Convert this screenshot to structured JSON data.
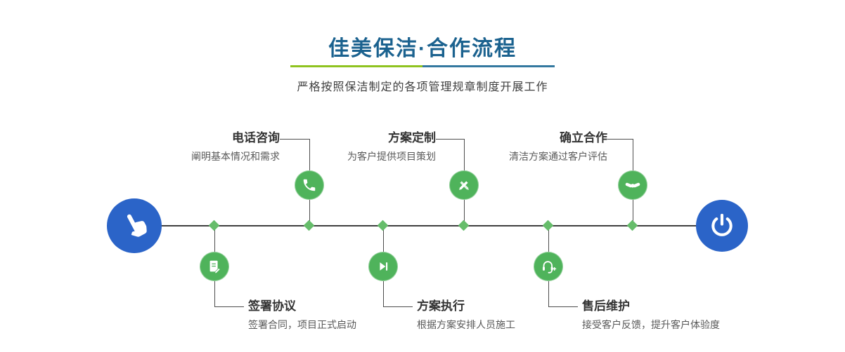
{
  "header": {
    "title": "佳美保洁·合作流程",
    "subtitle": "严格按照保洁制定的各项管理规章制度开展工作"
  },
  "colors": {
    "title_text": "#1b628f",
    "divider_green": "#8fc31f",
    "divider_blue": "#33789f",
    "endpoint_blue": "#2b64c8",
    "step_green": "#4fb35b",
    "line_dark": "#3f3f3f"
  },
  "endpoints": {
    "start_icon": "pointing-hand-icon",
    "end_icon": "power-icon"
  },
  "steps_top": [
    {
      "title": "电话咨询",
      "desc": "阐明基本情况和需求",
      "icon": "phone-icon"
    },
    {
      "title": "方案定制",
      "desc": "为客户提供项目策划",
      "icon": "pen-tools-icon"
    },
    {
      "title": "确立合作",
      "desc": "清洁方案通过客户评估",
      "icon": "handshake-icon"
    }
  ],
  "steps_bottom": [
    {
      "title": "签署协议",
      "desc": "签署合同，项目正式启动",
      "icon": "contract-icon"
    },
    {
      "title": "方案执行",
      "desc": "根据方案安排人员施工",
      "icon": "play-icon"
    },
    {
      "title": "售后维护",
      "desc": "接受客户反馈，提升客户体验度",
      "icon": "headset-icon"
    }
  ]
}
